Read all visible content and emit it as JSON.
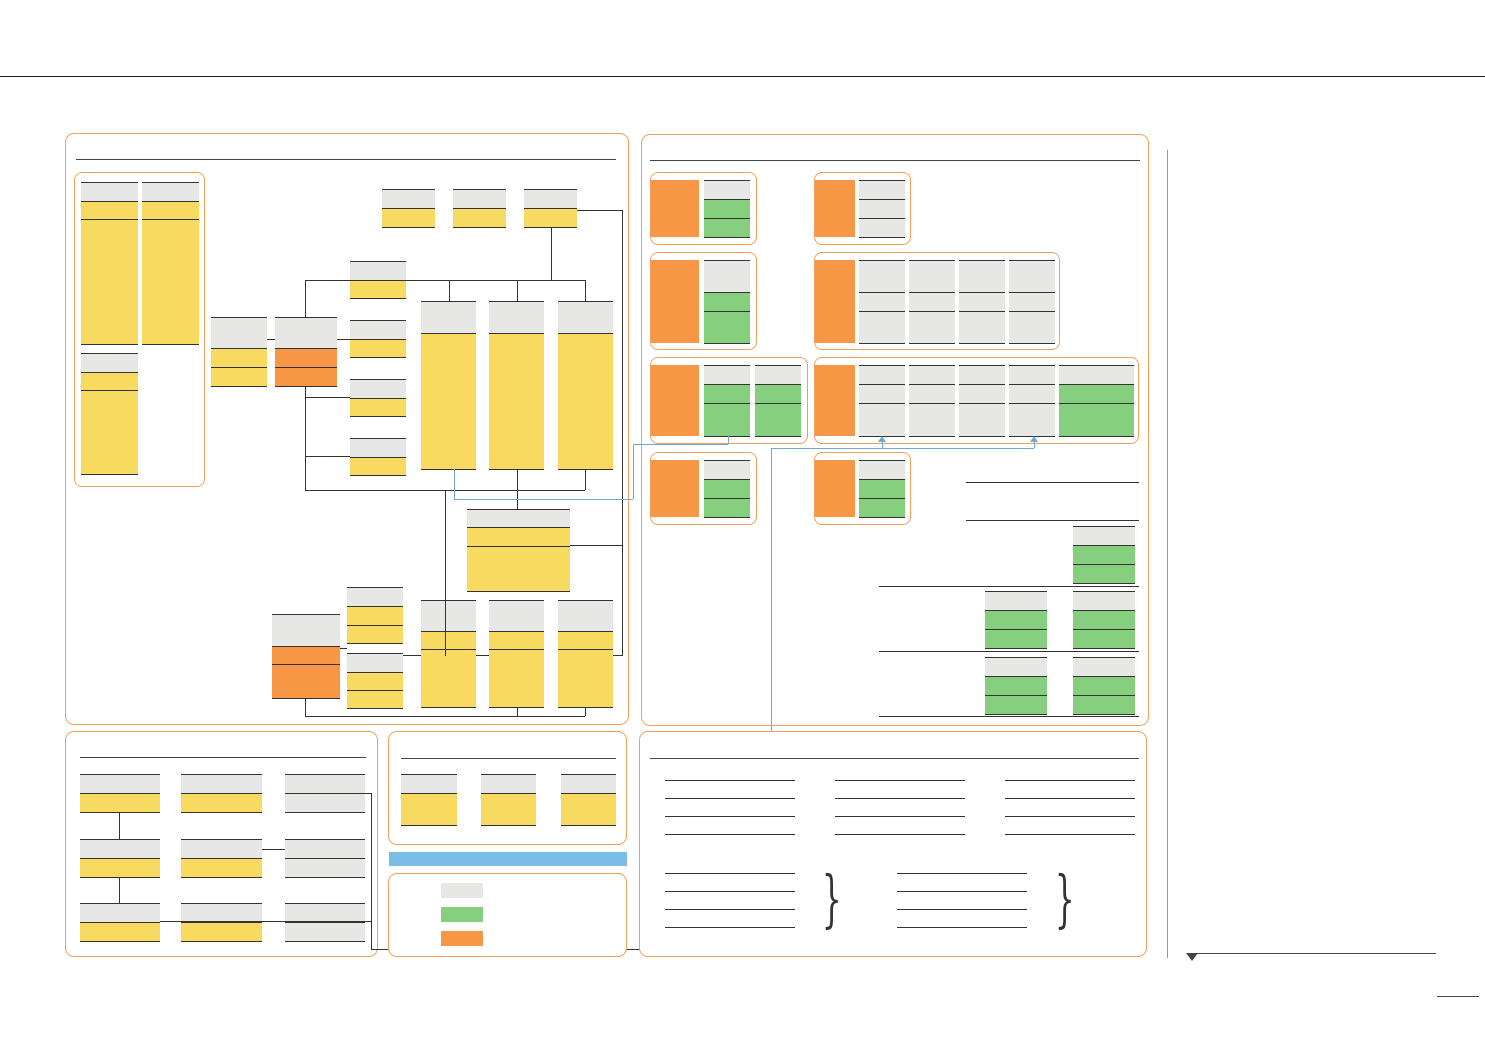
{
  "colors": {
    "accent_border": "#f5a05a",
    "entity_yellow": "#f7da5f",
    "entity_green": "#86cf7e",
    "entity_orange": "#f79645",
    "entity_gray": "#e7e8e6",
    "connector_blue": "#6fa8d6",
    "legend_bar": "#7bbde6"
  },
  "legend": {
    "items": [
      {
        "swatch": "gray",
        "label": ""
      },
      {
        "swatch": "green",
        "label": ""
      },
      {
        "swatch": "orange",
        "label": ""
      }
    ]
  },
  "page_number": ""
}
